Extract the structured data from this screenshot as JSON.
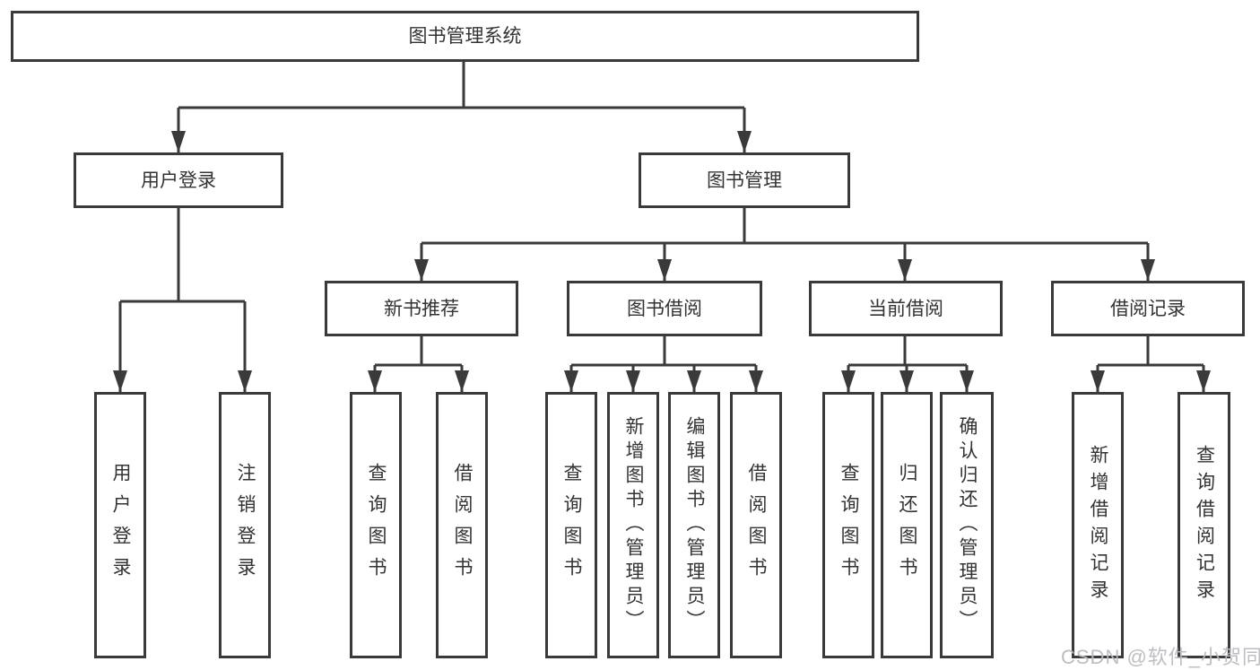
{
  "colors": {
    "line": "#3a3a3a",
    "box_border": "#3a3a3a",
    "text": "#333333",
    "background": "#ffffff",
    "watermark": "#b9b9c0"
  },
  "nodes": {
    "root": {
      "label": "图书管理系统"
    },
    "level2": [
      {
        "id": "user-login",
        "label": "用户登录"
      },
      {
        "id": "book-management",
        "label": "图书管理"
      }
    ],
    "level3": [
      {
        "id": "new-book-recommend",
        "label": "新书推荐"
      },
      {
        "id": "book-borrow",
        "label": "图书借阅"
      },
      {
        "id": "current-borrow",
        "label": "当前借阅"
      },
      {
        "id": "borrow-record",
        "label": "借阅记录"
      }
    ],
    "leaves": [
      {
        "id": "user-login-action",
        "label": "用户登录"
      },
      {
        "id": "logout",
        "label": "注销登录"
      },
      {
        "id": "recommend-query-book",
        "label": "查询图书"
      },
      {
        "id": "recommend-borrow-book",
        "label": "借阅图书"
      },
      {
        "id": "borrow-query-book",
        "label": "查询图书"
      },
      {
        "id": "add-book-admin",
        "label": "新增图书（管理员）"
      },
      {
        "id": "edit-book-admin",
        "label": "编辑图书（管理员）"
      },
      {
        "id": "borrow-book",
        "label": "借阅图书"
      },
      {
        "id": "current-query-book",
        "label": "查询图书"
      },
      {
        "id": "return-book",
        "label": "归还图书"
      },
      {
        "id": "confirm-return-admin",
        "label": "确认归还（管理员）"
      },
      {
        "id": "add-borrow-record",
        "label": "新增借阅记录"
      },
      {
        "id": "query-borrow-record",
        "label": "查询借阅记录"
      }
    ]
  },
  "watermark": {
    "text": "CSDN @软件_小贺同学"
  }
}
